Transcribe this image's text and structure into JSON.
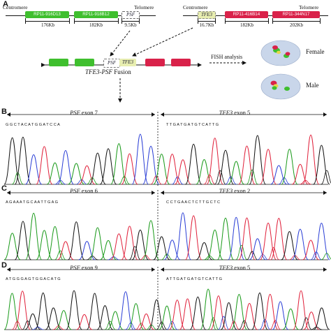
{
  "panel_a": {
    "label": "A",
    "left_chrom": {
      "end_left": "Centromere",
      "end_right": "Telomere",
      "clones": [
        {
          "name": "RP11-916D13",
          "size": "176Kb",
          "color": "#3fbf2e"
        },
        {
          "name": "RP11-918B12",
          "size": "182Kb",
          "color": "#3fbf2e"
        },
        {
          "name": "PSF",
          "size": "9.5Kb",
          "color": "#ffffff"
        }
      ]
    },
    "right_chrom": {
      "end_left": "Centromere",
      "end_right": "Telomere",
      "clones": [
        {
          "name": "TFE3",
          "size": "16.7Kb",
          "color": "#e8eeb0"
        },
        {
          "name": "RP11-416B14",
          "size": "182Kb",
          "color": "#d9224a"
        },
        {
          "name": "RP11-344N17",
          "size": "202Kb",
          "color": "#d9224a"
        }
      ]
    },
    "fusion": {
      "gene1": "PSF",
      "gene2": "TFE3",
      "caption_italic": "TFE3-PSF",
      "caption_rest": " Fusion"
    },
    "fish_label": "FISH analysis",
    "cells": [
      "Female",
      "Male"
    ]
  },
  "panel_b": {
    "label": "B",
    "left_exon": "PSF",
    "left_exon_rest": " exon 7",
    "right_exon": "TFE3",
    "right_exon_rest": " exon 5",
    "seq_left": "G G C T A C A T G G A T C C A",
    "seq_right": "T T G A T G A T G T C A T T G"
  },
  "panel_c": {
    "label": "C",
    "left_exon": "PSF",
    "left_exon_rest": " exon 6",
    "right_exon": "TFE3",
    "right_exon_rest": " exon 2",
    "seq_left": "A G A A A T G C A A T T G A G",
    "seq_right": "C C T G A A C T C T T G C T C"
  },
  "panel_d": {
    "label": "D",
    "left_exon": "PSF",
    "left_exon_rest": " exon 9",
    "right_exon": "TFE3",
    "right_exon_rest": " exon 5",
    "seq_left": "A T G G G A G T G G A C A T G",
    "seq_right": "A T T G A T G A T G T C A T T G"
  },
  "colors": {
    "trace_a": "#1a9a1a",
    "trace_c": "#2b3fd6",
    "trace_g": "#111111",
    "trace_t": "#e0203a",
    "green_clone": "#3fbf2e",
    "red_clone": "#d9224a",
    "yellow_clone": "#e8eeb0",
    "cell": "#c9d6ea"
  }
}
